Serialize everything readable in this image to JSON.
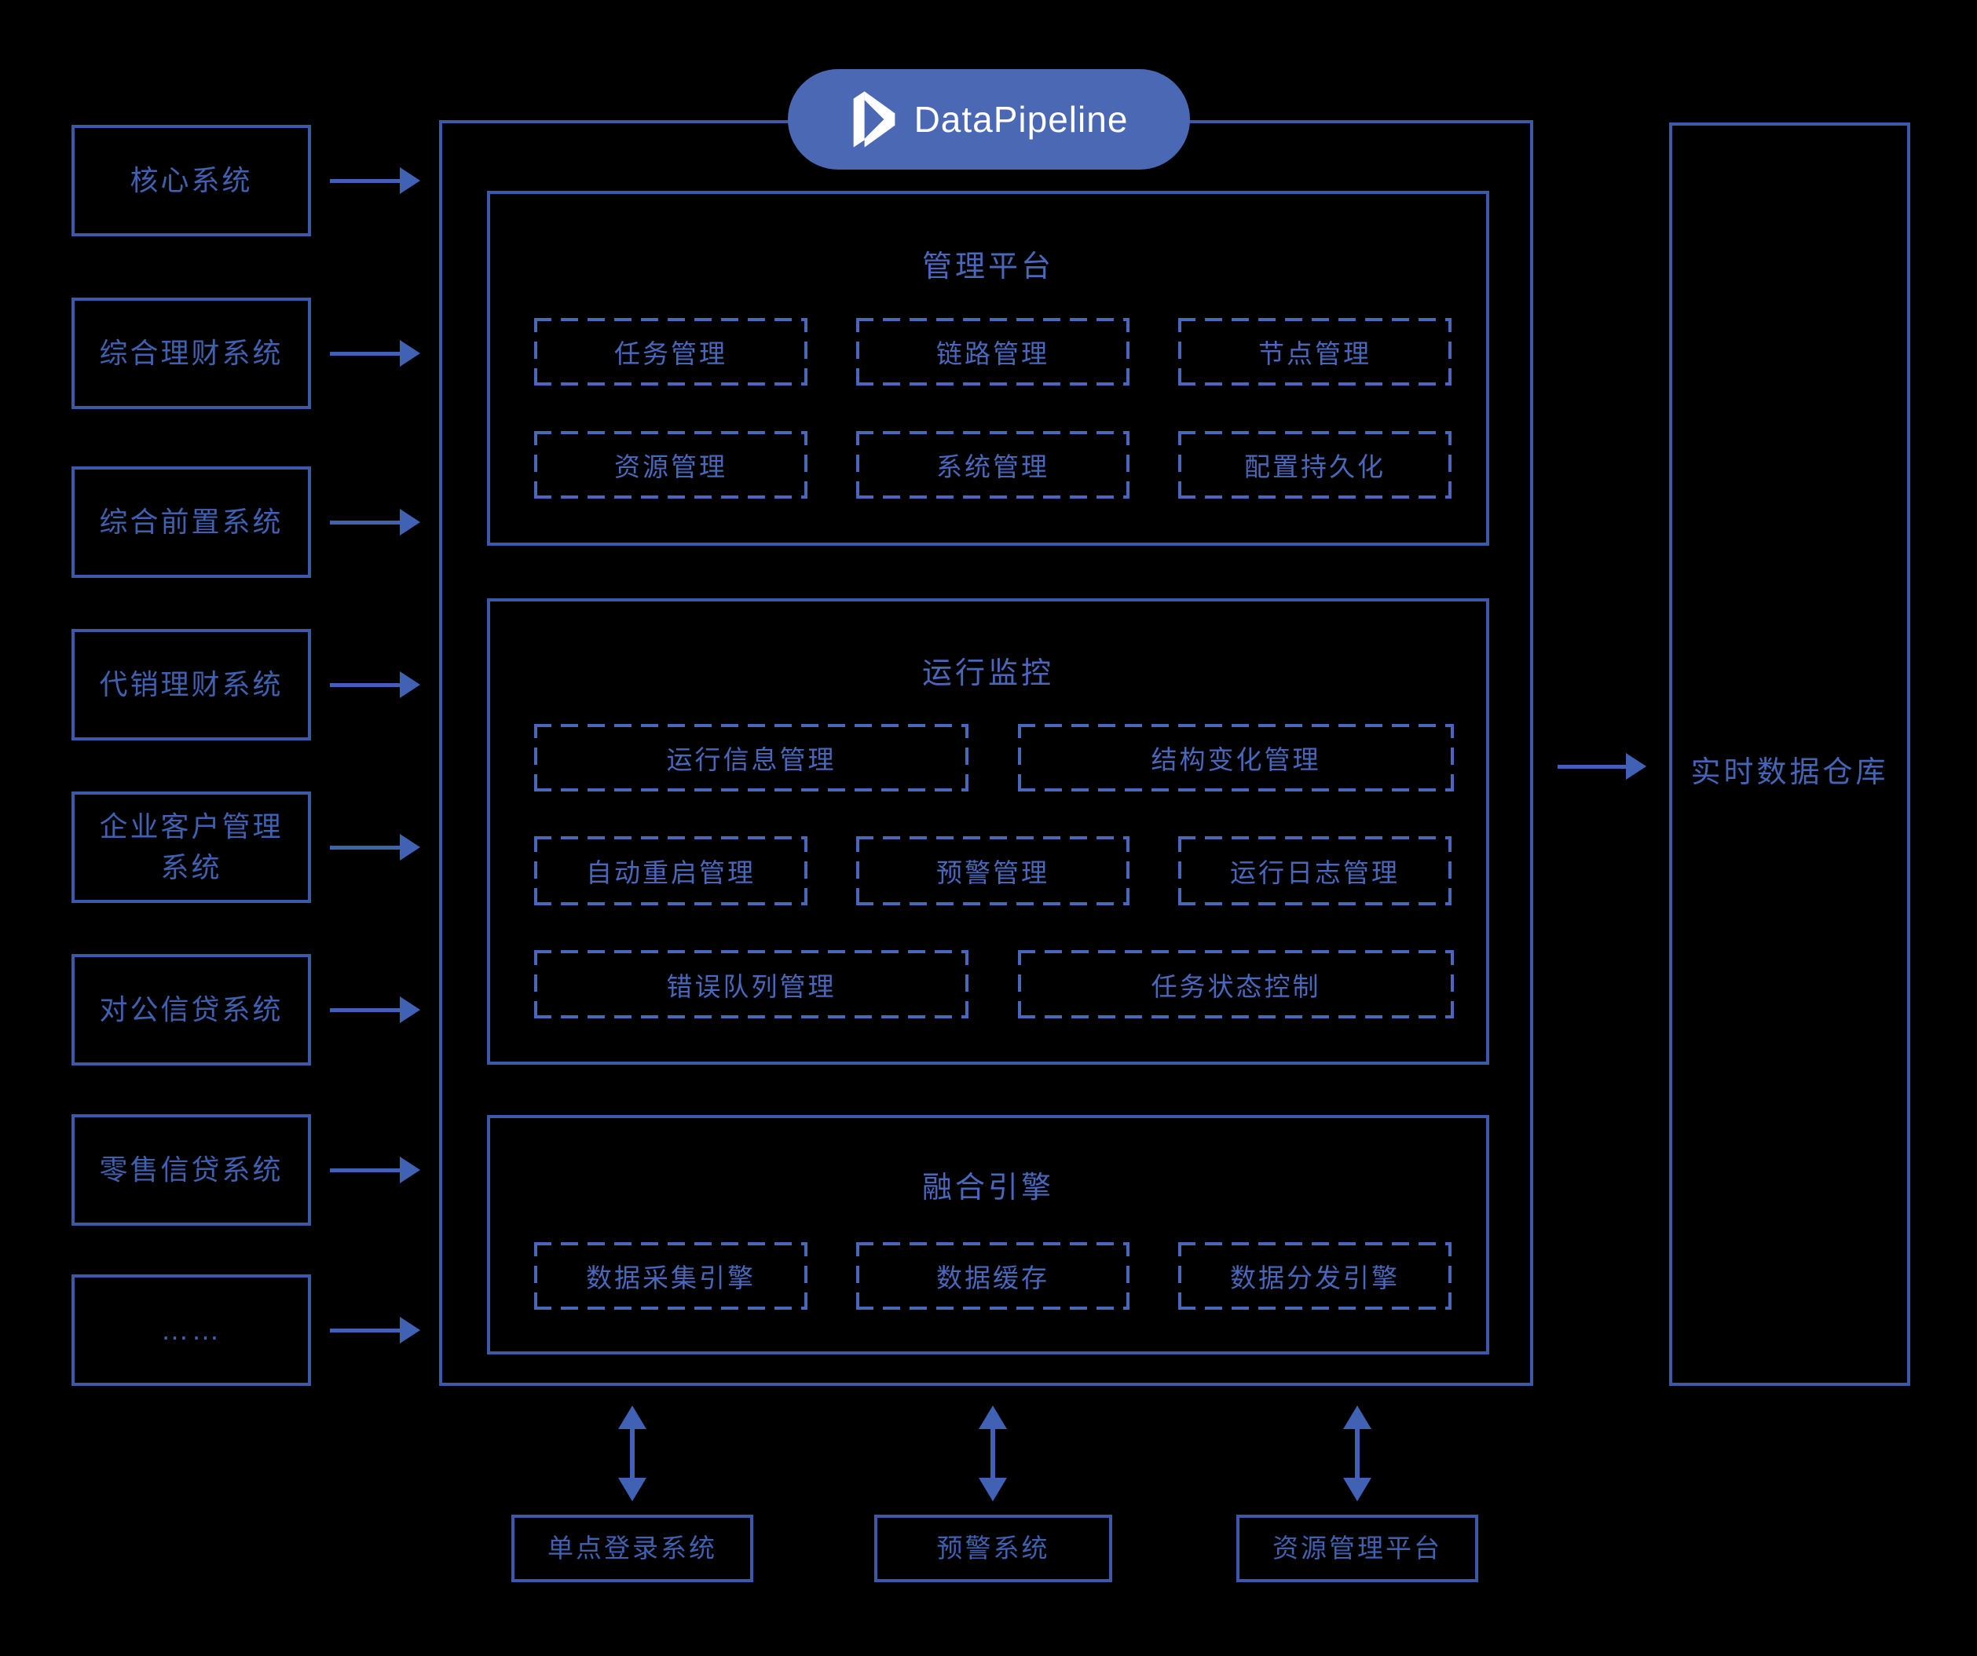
{
  "brand": {
    "name": "DataPipeline"
  },
  "colors": {
    "background": "#000000",
    "solid_stroke": "#3b58a9",
    "dashed_stroke": "#4a68bb",
    "arrow": "#4161b4",
    "pill_background": "#4a68b4",
    "pill_text": "#ffffff"
  },
  "left_systems": [
    "核心系统",
    "综合理财系统",
    "综合前置系统",
    "代销理财系统",
    "企业客户管理系统",
    "对公信贷系统",
    "零售信贷系统",
    "……"
  ],
  "sections": [
    {
      "title": "管理平台",
      "items": [
        "任务管理",
        "链路管理",
        "节点管理",
        "资源管理",
        "系统管理",
        "配置持久化"
      ]
    },
    {
      "title": "运行监控",
      "items": [
        "运行信息管理",
        "结构变化管理",
        "自动重启管理",
        "预警管理",
        "运行日志管理",
        "错误队列管理",
        "任务状态控制"
      ]
    },
    {
      "title": "融合引擎",
      "items": [
        "数据采集引擎",
        "数据缓存",
        "数据分发引擎"
      ]
    }
  ],
  "right_system": "实时数据仓库",
  "bottom_systems": [
    "单点登录系统",
    "预警系统",
    "资源管理平台"
  ]
}
